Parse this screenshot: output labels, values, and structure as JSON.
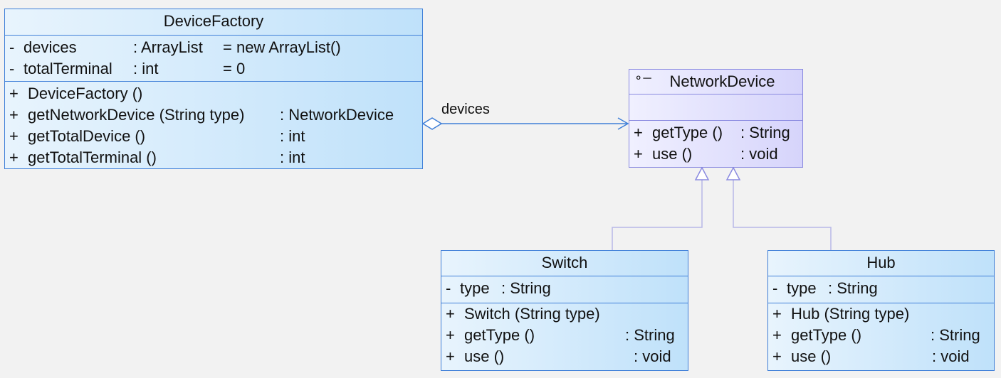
{
  "association": {
    "label": "devices"
  },
  "classes": {
    "device_factory": {
      "name": "DeviceFactory",
      "attributes": [
        {
          "vis": "-",
          "name": "devices",
          "type": ": ArrayList",
          "init": "= new ArrayList()"
        },
        {
          "vis": "-",
          "name": "totalTerminal",
          "type": ": int",
          "init": "= 0"
        }
      ],
      "operations": [
        {
          "vis": "+",
          "name": "DeviceFactory ()",
          "ret": ""
        },
        {
          "vis": "+",
          "name": "getNetworkDevice (String type)",
          "ret": ": NetworkDevice"
        },
        {
          "vis": "+",
          "name": "getTotalDevice ()",
          "ret": ": int"
        },
        {
          "vis": "+",
          "name": "getTotalTerminal ()",
          "ret": ": int"
        }
      ]
    },
    "network_device": {
      "name": "NetworkDevice",
      "icon": "interface-icon",
      "operations": [
        {
          "vis": "+",
          "name": "getType ()",
          "ret": ": String"
        },
        {
          "vis": "+",
          "name": "use ()",
          "ret": ": void"
        }
      ]
    },
    "switch": {
      "name": "Switch",
      "attributes": [
        {
          "vis": "-",
          "name": "type",
          "type": ": String"
        }
      ],
      "operations": [
        {
          "vis": "+",
          "name": "Switch (String type)",
          "ret": ""
        },
        {
          "vis": "+",
          "name": "getType ()",
          "ret": ": String"
        },
        {
          "vis": "+",
          "name": "use ()",
          "ret": ": void"
        }
      ]
    },
    "hub": {
      "name": "Hub",
      "attributes": [
        {
          "vis": "-",
          "name": "type",
          "type": ": String"
        }
      ],
      "operations": [
        {
          "vis": "+",
          "name": "Hub (String type)",
          "ret": ""
        },
        {
          "vis": "+",
          "name": "getType ()",
          "ret": ": String"
        },
        {
          "vis": "+",
          "name": "use ()",
          "ret": ": void"
        }
      ]
    }
  }
}
